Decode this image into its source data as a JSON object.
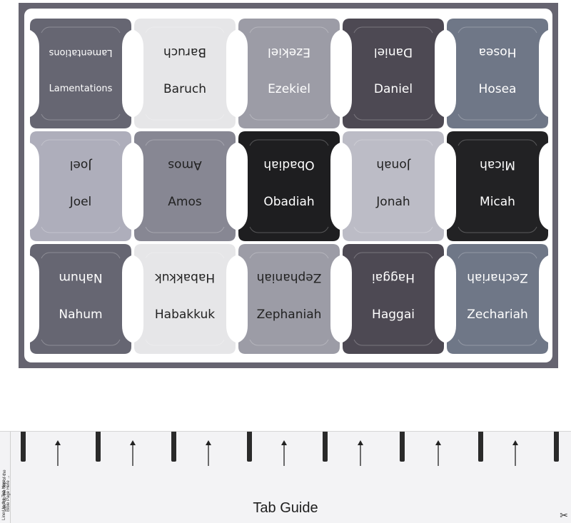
{
  "sheet": {
    "tabs": [
      {
        "label": "Lamentations",
        "color": "#666672",
        "text": "#ffffff",
        "small": true
      },
      {
        "label": "Baruch",
        "color": "#e6e6e8",
        "text": "#222222"
      },
      {
        "label": "Ezekiel",
        "color": "#9c9ca6",
        "text": "#ffffff"
      },
      {
        "label": "Daniel",
        "color": "#4d4953",
        "text": "#ffffff"
      },
      {
        "label": "Hosea",
        "color": "#6f7787",
        "text": "#ffffff"
      },
      {
        "label": "Joel",
        "color": "#aeaebb",
        "text": "#222222"
      },
      {
        "label": "Amos",
        "color": "#878793",
        "text": "#222222"
      },
      {
        "label": "Obadiah",
        "color": "#1e1e20",
        "text": "#ffffff"
      },
      {
        "label": "Jonah",
        "color": "#bcbcc6",
        "text": "#222222"
      },
      {
        "label": "Micah",
        "color": "#222224",
        "text": "#ffffff"
      },
      {
        "label": "Nahum",
        "color": "#666672",
        "text": "#ffffff"
      },
      {
        "label": "Habakkuk",
        "color": "#e6e6e8",
        "text": "#222222"
      },
      {
        "label": "Zephaniah",
        "color": "#9c9ca6",
        "text": "#222222"
      },
      {
        "label": "Haggai",
        "color": "#4d4953",
        "text": "#ffffff"
      },
      {
        "label": "Zechariah",
        "color": "#6f7787",
        "text": "#ffffff"
      }
    ]
  },
  "guide": {
    "title": "Tab Guide",
    "side_text_1": "Line Up the Top of the",
    "side_text_2": "Bible Page Here →",
    "side_text_3": "Line Up the Tab Here →",
    "scissors_icon": "✂"
  }
}
